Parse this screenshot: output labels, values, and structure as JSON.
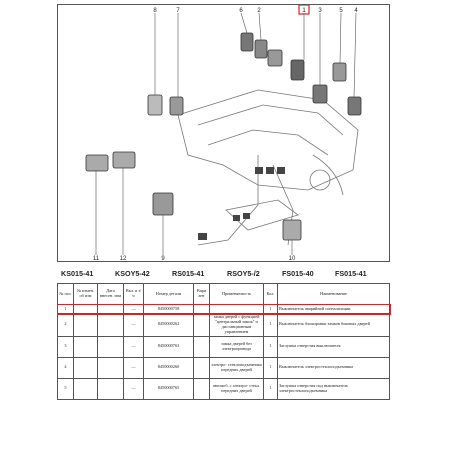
{
  "callouts": [
    "8",
    "7",
    "6",
    "1",
    "2",
    "3",
    "4",
    "5",
    "9",
    "10",
    "11",
    "12"
  ],
  "highlighted_callout": "1",
  "codes": [
    "KS015-41",
    "KSOY5-42",
    "RS015-41",
    "RSOY5-/2",
    "FS015-40",
    "FS015-41"
  ],
  "table": {
    "headers": [
      "№ поз.",
      "№ измен. об изм",
      "Дата внесен. изм",
      "Вкл. в з/ч",
      "Номер детали",
      "Вари ант",
      "Применяемость",
      "Кол.",
      "Наименование"
    ],
    "rows": [
      {
        "pos": "1",
        "change": "",
        "date": "",
        "incl": "—",
        "part": "8450000758",
        "variant": "",
        "usage": "",
        "qty": "1",
        "name": "Выключатель аварийной сигнализации",
        "highlight": true
      },
      {
        "pos": "2",
        "change": "",
        "date": "",
        "incl": "—",
        "part": "8450000262",
        "variant": "",
        "usage": "замка дверей с функцией \"центральный замок\" и дистанционным управлением",
        "qty": "1",
        "name": "Выключатель блокировки замков боковых дверей",
        "highlight": false
      },
      {
        "pos": "3",
        "change": "",
        "date": "",
        "incl": "—",
        "part": "8450000763",
        "variant": "",
        "usage": "замка дверей без электропривода",
        "qty": "1",
        "name": "Заглушка отверстия выключателя",
        "highlight": false
      },
      {
        "pos": "4",
        "change": "",
        "date": "",
        "incl": "—",
        "part": "8450000260",
        "variant": "",
        "usage": "электро- стеклоподъемника передних дверей",
        "qty": "1",
        "name": "Выключатель электростеклоподъемника",
        "highlight": false
      },
      {
        "pos": "5",
        "change": "",
        "date": "",
        "incl": "—",
        "part": "8450000765",
        "variant": "",
        "usage": "автомоб. с электро- стекл. передних дверей",
        "qty": "1",
        "name": "Заглушка отверстия под выключатель электростеклоподъемника",
        "highlight": false
      }
    ]
  }
}
